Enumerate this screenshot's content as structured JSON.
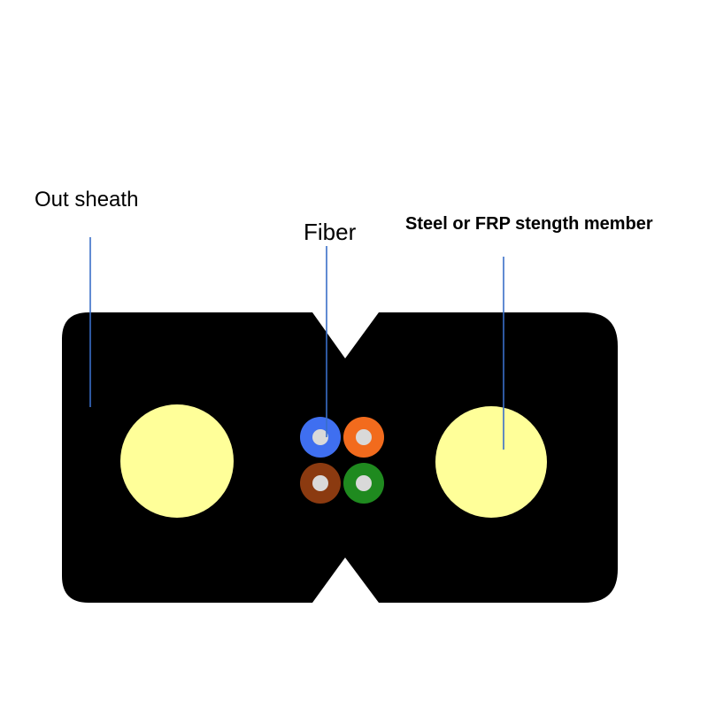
{
  "labels": {
    "out_sheath": "Out sheath",
    "fiber": "Fiber",
    "strength_member": "Steel or FRP stength member"
  },
  "colors": {
    "background": "#ffffff",
    "sheath": "#000000",
    "strength_member": "#ffff99",
    "leader_line": "#3a6fc8",
    "fiber_blue": "#3f6ff0",
    "fiber_orange": "#f26b1d",
    "fiber_brown": "#8b3a10",
    "fiber_green": "#1f8a1f",
    "fiber_core": "#d9d9d9"
  },
  "fibers": [
    {
      "name": "fiber-blue",
      "color_key": "fiber_blue"
    },
    {
      "name": "fiber-orange",
      "color_key": "fiber_orange"
    },
    {
      "name": "fiber-brown",
      "color_key": "fiber_brown"
    },
    {
      "name": "fiber-green",
      "color_key": "fiber_green"
    }
  ]
}
